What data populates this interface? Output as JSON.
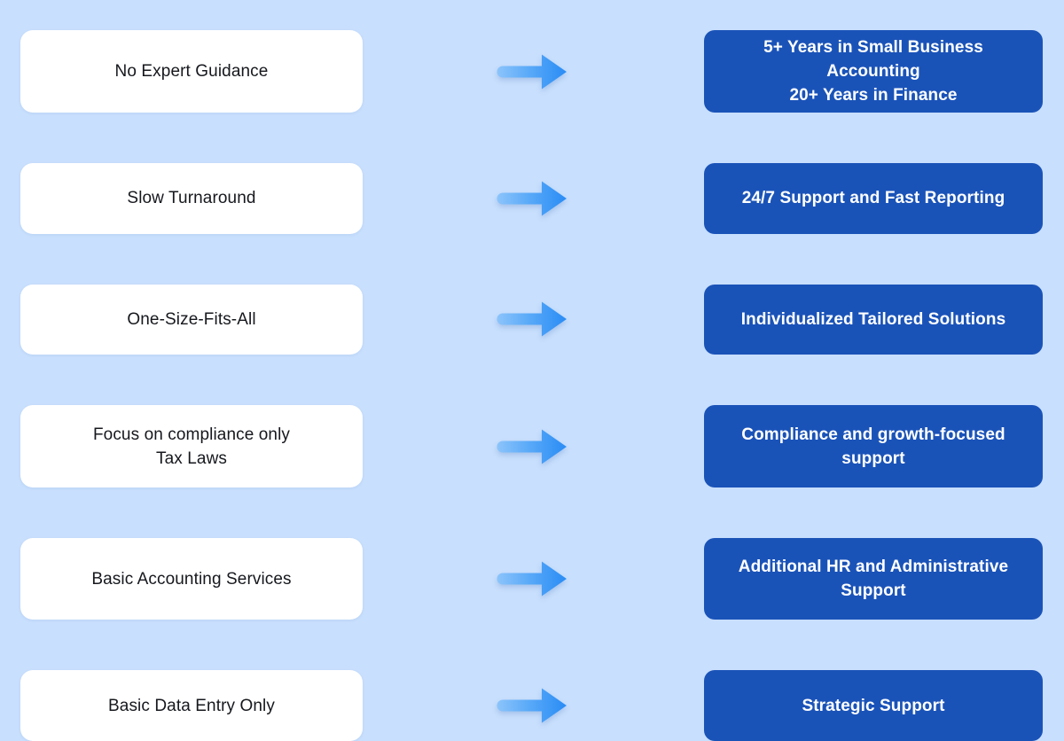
{
  "theme": {
    "background_color": "#c8dffd",
    "problem_card_color": "#ffffff",
    "problem_text_color": "#16181d",
    "solution_card_color": "#1a53b8",
    "solution_text_color": "#ffffff",
    "arrow_gradient_start": "#8cc4fb",
    "arrow_gradient_end": "#2a8cf5"
  },
  "rows": [
    {
      "problem": "No Expert Guidance",
      "arrow_icon": "arrow-right-icon",
      "solution": "5+ Years in Small Business Accounting\n20+ Years in Finance",
      "lines": 2
    },
    {
      "problem": "Slow Turnaround",
      "arrow_icon": "arrow-right-icon",
      "solution": "24/7 Support and Fast Reporting",
      "lines": 1
    },
    {
      "problem": "One-Size-Fits-All",
      "arrow_icon": "arrow-right-icon",
      "solution": "Individualized Tailored Solutions",
      "lines": 1
    },
    {
      "problem": "Focus on compliance only\nTax Laws",
      "arrow_icon": "arrow-right-icon",
      "solution": "Compliance and growth-focused\nsupport",
      "lines": 2
    },
    {
      "problem": "Basic Accounting Services",
      "arrow_icon": "arrow-right-icon",
      "solution": "Additional HR and Administrative\nSupport",
      "lines": 2
    },
    {
      "problem": "Basic Data Entry Only",
      "arrow_icon": "arrow-right-icon",
      "solution": "Strategic Support",
      "lines": 1
    }
  ]
}
